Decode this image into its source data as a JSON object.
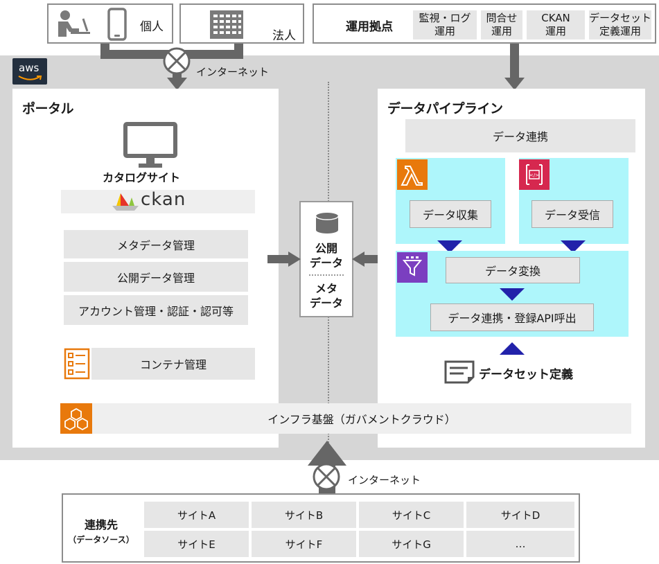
{
  "top": {
    "individual_label": "個人",
    "corporate_label": "法人",
    "internet_label": "インターネット",
    "ops": {
      "title": "運用拠点",
      "cells": [
        {
          "line1": "監視・ログ",
          "line2": "運用"
        },
        {
          "line1": "問合せ",
          "line2": "運用"
        },
        {
          "line1": "CKAN",
          "line2": "運用"
        },
        {
          "line1": "データセット",
          "line2": "定義運用"
        }
      ]
    }
  },
  "aws": {
    "logo": "aws"
  },
  "portal": {
    "title": "ポータル",
    "catalog_site": "カタログサイト",
    "ckan_brand": "ckan",
    "functions": [
      "メタデータ管理",
      "公開データ管理",
      "アカウント管理・認証・認可等"
    ],
    "container": "コンテナ管理"
  },
  "center": {
    "public_data": [
      "公開",
      "データ"
    ],
    "meta_data": [
      "メタ",
      "データ"
    ]
  },
  "pipeline": {
    "title": "データパイプライン",
    "data_integration": "データ連携",
    "collect": "データ収集",
    "receive": "データ受信",
    "transform": "データ変換",
    "register": "データ連携・登録API呼出",
    "dataset_def": "データセット定義"
  },
  "infra": "インフラ基盤（ガバメントクラウド）",
  "bottom": {
    "internet_label": "インターネット",
    "title": "連携先",
    "subtitle": "（データソース）",
    "sites": [
      "サイトA",
      "サイトB",
      "サイトC",
      "サイトD",
      "サイトE",
      "サイトF",
      "サイトG",
      "…"
    ]
  },
  "colors": {
    "lambda": "#e8790c",
    "apigw": "#d6284f",
    "glue": "#7b3fc0",
    "cyan": "#aef6fb",
    "aws_logo": "#232f3e",
    "navy_arrow": "#2222aa"
  }
}
